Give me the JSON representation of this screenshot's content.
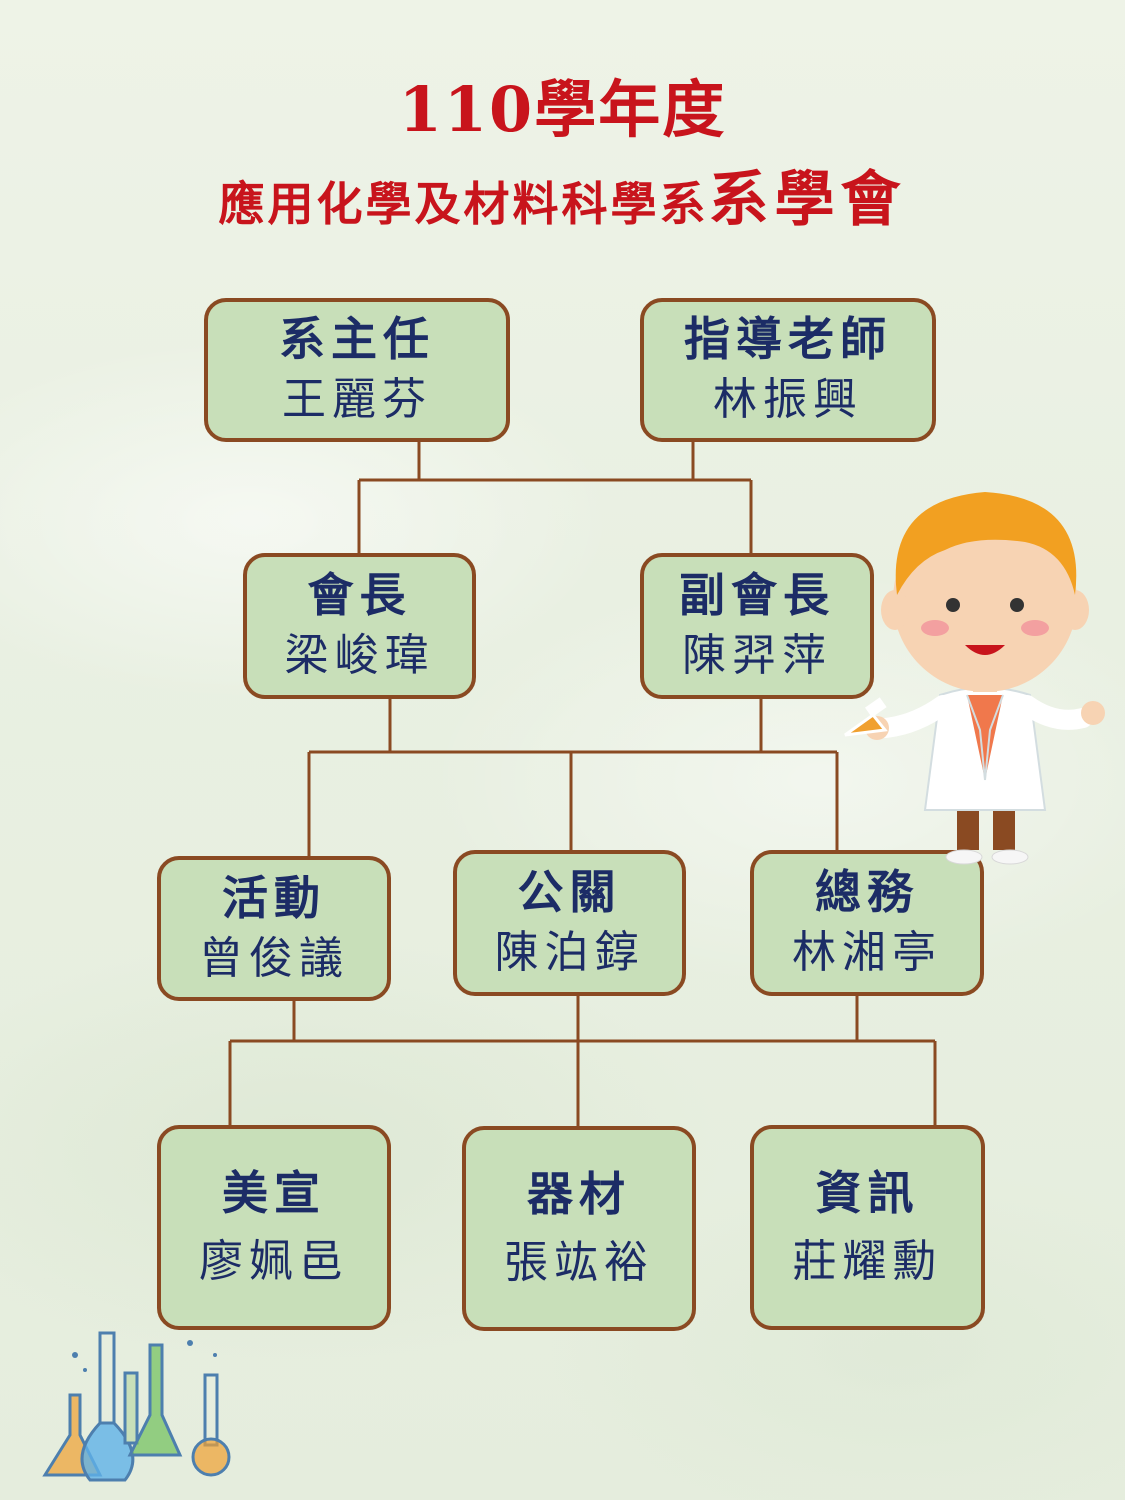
{
  "title": {
    "line1": "110學年度",
    "line2_main": "應用化學及材料科學系",
    "line2_emph": "系學會"
  },
  "nodes": {
    "chair": {
      "role": "系主任",
      "name": "王麗芬"
    },
    "advisor": {
      "role": "指導老師",
      "name": "林振興"
    },
    "president": {
      "role": "會長",
      "name": "梁峻瑋"
    },
    "vice_president": {
      "role": "副會長",
      "name": "陳羿萍"
    },
    "activity": {
      "role": "活動",
      "name": "曾俊議"
    },
    "pr": {
      "role": "公關",
      "name": "陳泊錞"
    },
    "general": {
      "role": "總務",
      "name": "林湘亭"
    },
    "art": {
      "role": "美宣",
      "name": "廖姵邑"
    },
    "equipment": {
      "role": "器材",
      "name": "張竑裕"
    },
    "info": {
      "role": "資訊",
      "name": "莊耀勳"
    }
  },
  "colors": {
    "title": "#c8141c",
    "box_fill": "#c8dfb9",
    "box_border": "#8a4a22",
    "text": "#1c2c66",
    "connector": "#8a4a22"
  },
  "decorations": [
    "scientist-character-icon",
    "lab-flasks-icon"
  ]
}
